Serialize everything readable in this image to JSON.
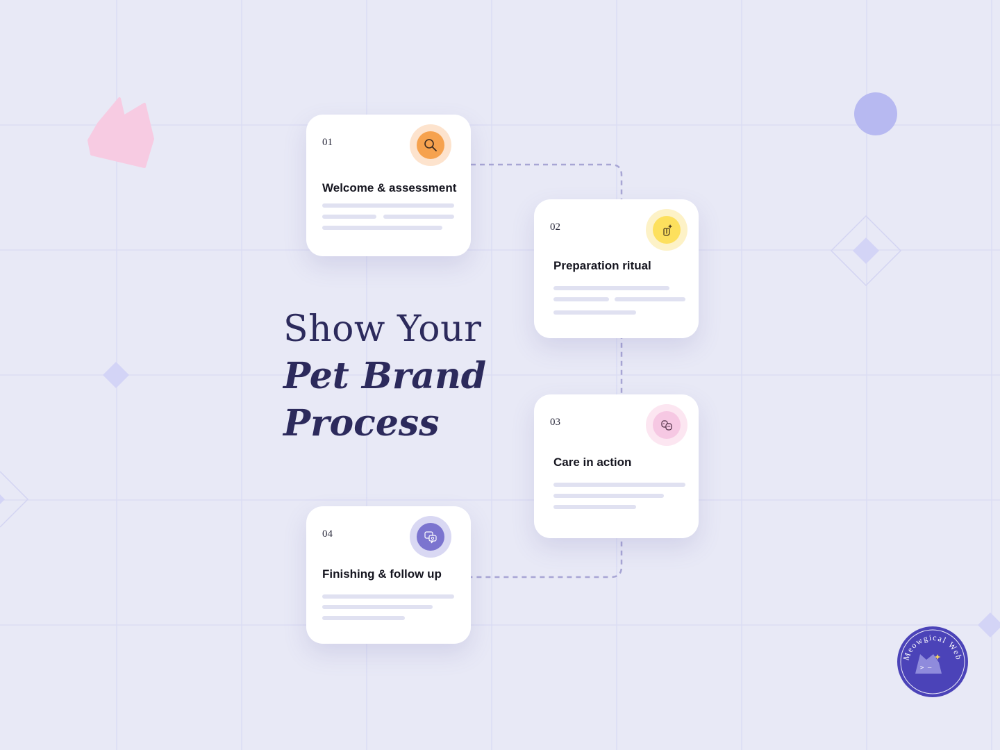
{
  "headline": {
    "line1": "Show Your",
    "line2": "Pet Brand",
    "line3": "Process"
  },
  "steps": [
    {
      "number": "01",
      "title": "Welcome & assessment",
      "icon": "magnifier-icon",
      "icon_color": "#f6a24e",
      "halo_color": "#fde3cd"
    },
    {
      "number": "02",
      "title": "Preparation ritual",
      "icon": "sparkle-paw-icon",
      "icon_color": "#fde05d",
      "halo_color": "#fdf2c7"
    },
    {
      "number": "03",
      "title": "Care in action",
      "icon": "pet-face-icon",
      "icon_color": "#f6c8e3",
      "halo_color": "#fce6f1"
    },
    {
      "number": "04",
      "title": "Finishing & follow up",
      "icon": "chat-bubbles-icon",
      "icon_color": "#7b74cf",
      "halo_color": "#d9d8f3"
    }
  ],
  "brand": {
    "name": "Meowgical Web",
    "color": "#4b43b8"
  },
  "colors": {
    "background": "#e8e9f6",
    "heading": "#2c2a5c",
    "connector": "#a7a5d4",
    "pink_shape": "#f7cbe2",
    "circle_shape": "#b7b9f1",
    "diamond": "#d3d4f6"
  }
}
